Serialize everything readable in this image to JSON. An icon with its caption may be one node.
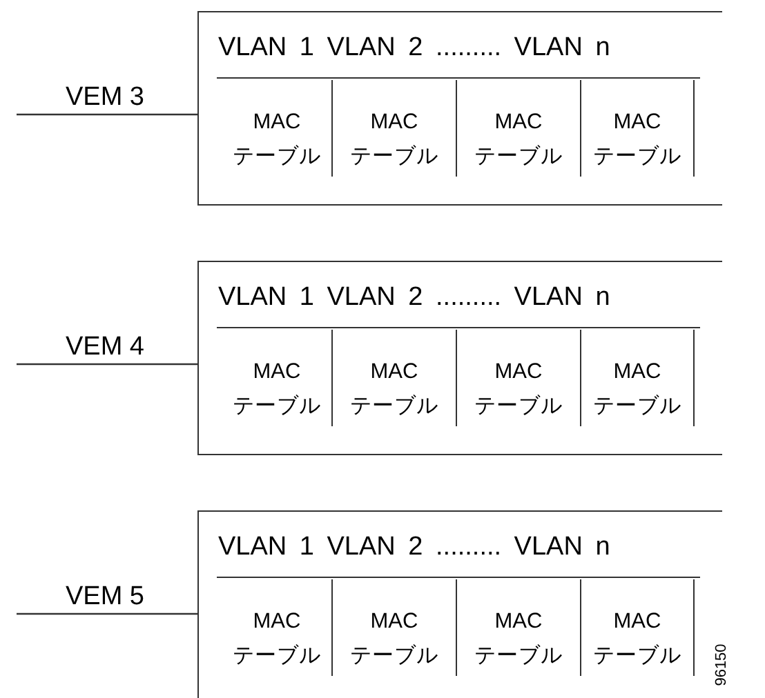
{
  "diagram": {
    "nodes": [
      {
        "text": [
          "VEM 3"
        ]
      },
      {
        "text": [
          "VLAN 1 VLAN 2 ......... VLAN n"
        ]
      },
      {
        "text": [
          "MAC テーブル"
        ],
        "in": 1
      },
      {
        "text": [
          "MAC テーブル"
        ],
        "in": 1
      },
      {
        "text": [
          "MAC テーブル"
        ],
        "in": 1
      },
      {
        "text": [
          "MAC テーブル"
        ],
        "in": 1
      },
      {
        "text": [
          "VEM 4"
        ]
      },
      {
        "text": [
          "VLAN 1 VLAN 2 ......... VLAN n"
        ]
      },
      {
        "text": [
          "MAC テーブル"
        ],
        "in": 7
      },
      {
        "text": [
          "MAC テーブル"
        ],
        "in": 7
      },
      {
        "text": [
          "MAC テーブル"
        ],
        "in": 7
      },
      {
        "text": [
          "MAC テーブル"
        ],
        "in": 7
      },
      {
        "text": [
          "VEM 5"
        ]
      },
      {
        "text": [
          "VLAN 1 VLAN 2 ......... VLAN n"
        ]
      },
      {
        "text": [
          "MAC テーブル"
        ],
        "in": 13
      },
      {
        "text": [
          "MAC テーブル"
        ],
        "in": 13
      },
      {
        "text": [
          "MAC テーブル"
        ],
        "in": 13
      },
      {
        "text": [
          "MAC テーブル"
        ],
        "in": 13
      }
    ],
    "edges": [
      {
        "from": 0,
        "to": 1,
        "arrow": "none"
      },
      {
        "from": 6,
        "to": 7,
        "arrow": "none"
      },
      {
        "from": 12,
        "to": 13,
        "arrow": "none"
      }
    ],
    "labels": [
      "96150"
    ]
  }
}
